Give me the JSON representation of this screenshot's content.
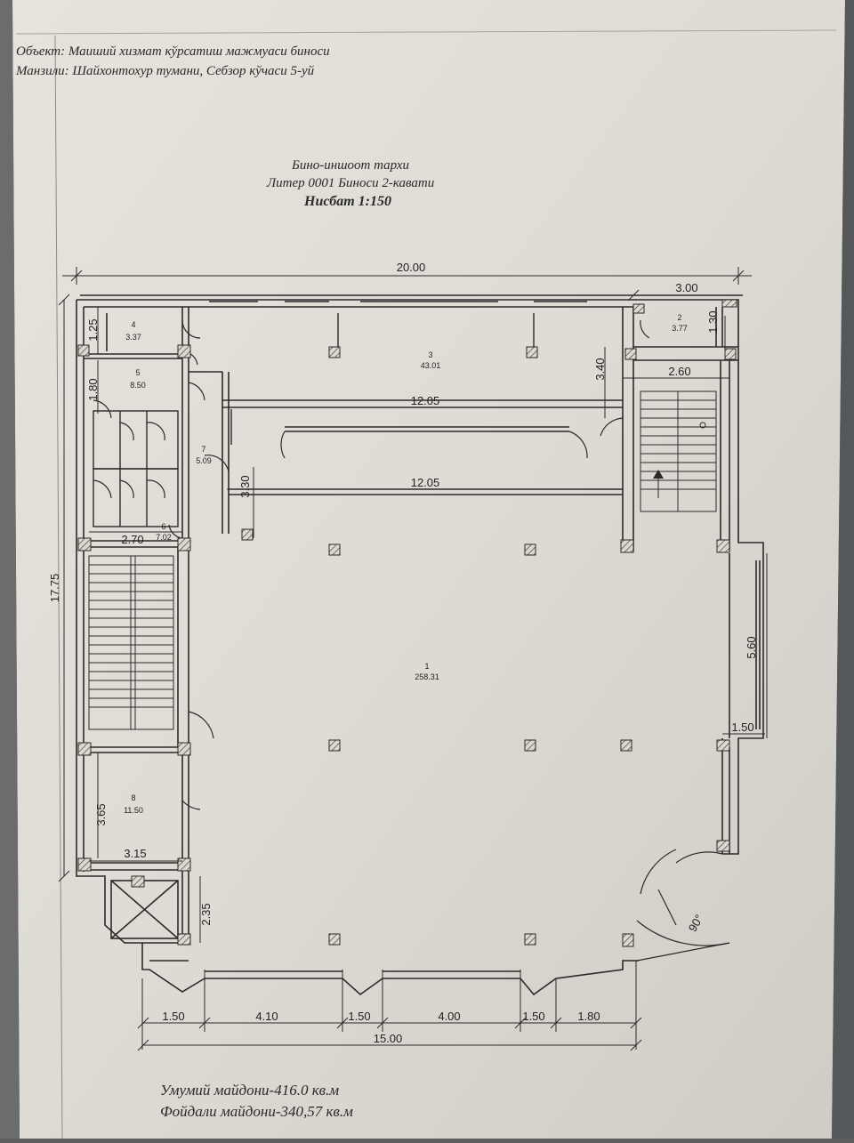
{
  "header": {
    "object_label": "Объект:",
    "object_value": "Маиший хизмат кўрсатиш мажмуаси биноси",
    "address_label": "Манзили:",
    "address_value": "Шайхонтохур тумани, Себзор кўчаси 5-уй"
  },
  "title": {
    "line1": "Бино-иншоот тархи",
    "line2": "Литер 0001 Биноси 2-кавати",
    "line3": "Нисбат 1:150"
  },
  "rooms": [
    {
      "num": "1",
      "area": "258.31"
    },
    {
      "num": "2",
      "area": "3.77"
    },
    {
      "num": "3",
      "area": "43.01"
    },
    {
      "num": "4",
      "area": "3.37"
    },
    {
      "num": "5",
      "area": "8.50"
    },
    {
      "num": "6",
      "area": "7.02"
    },
    {
      "num": "7",
      "area": "5.09"
    },
    {
      "num": "8",
      "area": "11.50"
    }
  ],
  "dimensions": {
    "top_total": "20.00",
    "top_right": "3.00",
    "room2_height": "1.30",
    "stair_width": "2.60",
    "room4_height": "1.25",
    "room5_height": "1.80",
    "corridor_height": "3.40",
    "corridor_width_1": "12.05",
    "corridor_width_2": "12.05",
    "room7_height": "3.30",
    "room6_width": "2.70",
    "left_total": "17.75",
    "right_bay": "5.60",
    "right_offset": "1.50",
    "room8_height": "3.65",
    "room8_width": "3.15",
    "bottom_left_height": "2.35",
    "door_angle": "90°",
    "bottom_segments": [
      "1.50",
      "4.10",
      "1.50",
      "4.00",
      "1.50",
      "1.80"
    ],
    "bottom_total": "15.00"
  },
  "footer": {
    "total_area": "Умумий майдони-416.0 кв.м",
    "useful_area": "Фойдали майдони-340,57 кв.м"
  }
}
